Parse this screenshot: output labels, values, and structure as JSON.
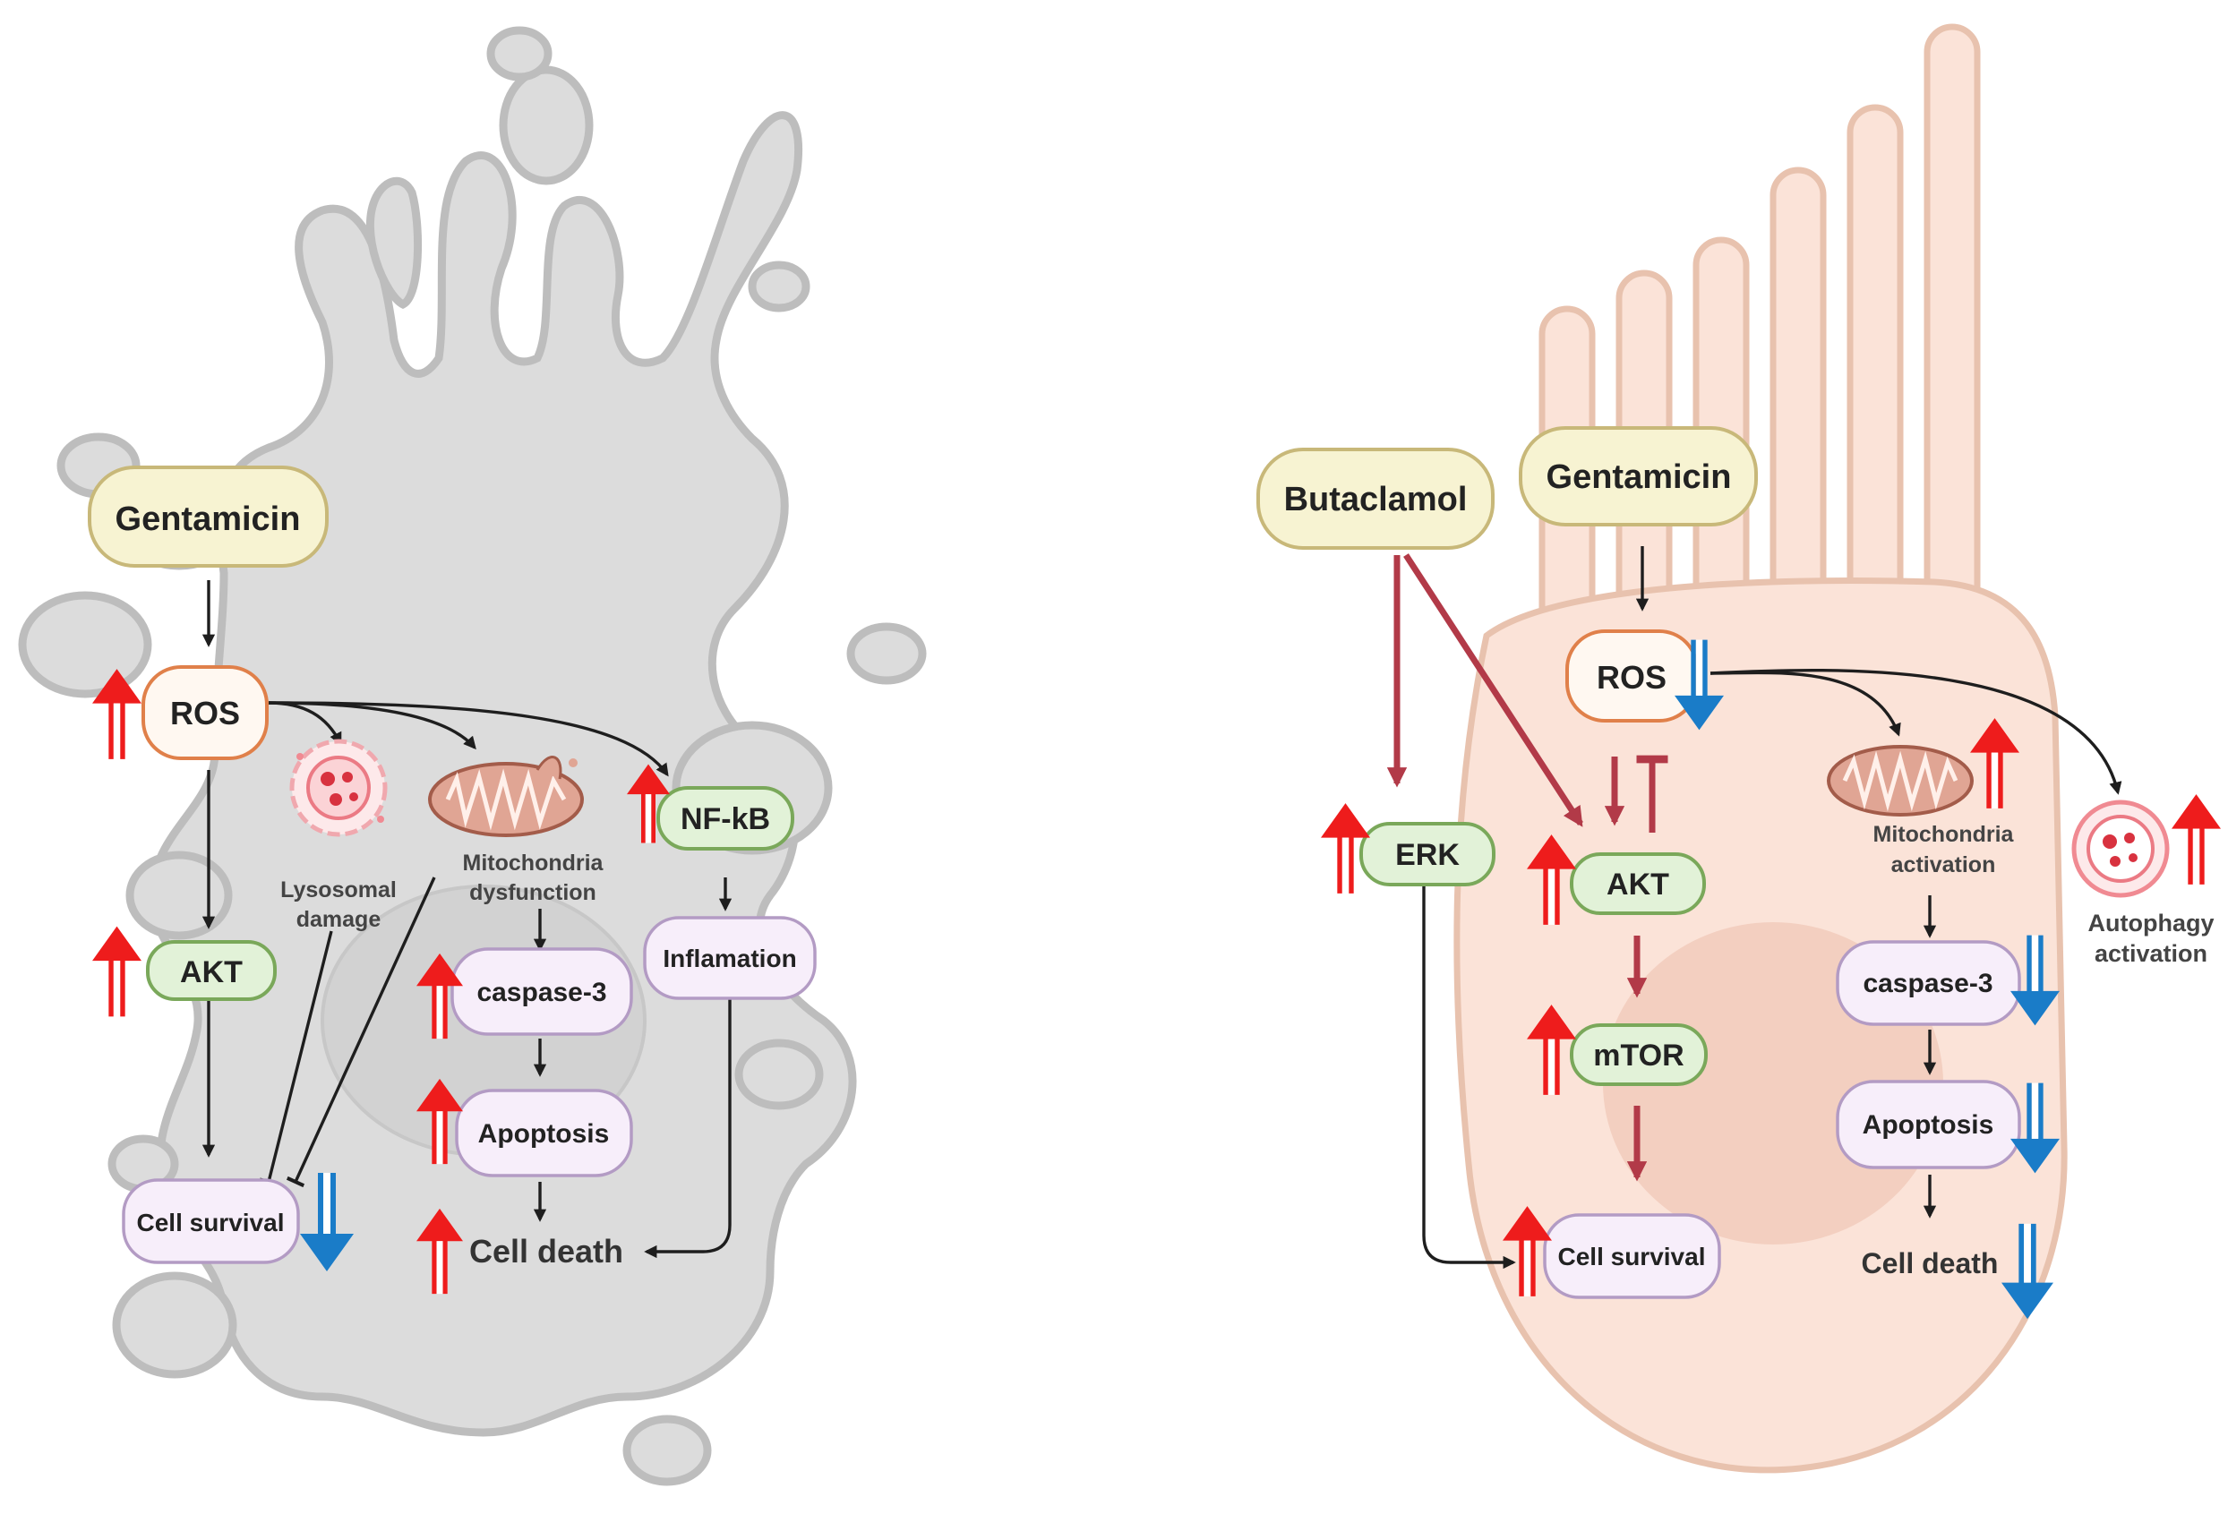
{
  "colors": {
    "gray_cell_fill": "#dcdcdc",
    "gray_cell_stroke": "#bdbdbd",
    "hair_cell_fill": "#fbe3d8",
    "hair_cell_stroke": "#e8c2ae",
    "nucleus_fill": "#f3cfc0",
    "drug_fill": "#f7f3d2",
    "drug_stroke": "#c8b879",
    "ros_fill": "#fff8f1",
    "ros_stroke": "#e0804a",
    "kinase_fill": "#e2f2d8",
    "kinase_stroke": "#7aa85a",
    "process_fill": "#f7eefa",
    "process_stroke": "#b39bc4",
    "up_arrow": "#ee1c1c",
    "down_arrow": "#1a7cc8",
    "dark_red_arrow": "#b23a48",
    "black_arrow": "#1e1e1e"
  },
  "left_panel": {
    "gentamicin": "Gentamicin",
    "ros": "ROS",
    "akt": "AKT",
    "nfkb": "NF-kB",
    "lysosomal_damage_1": "Lysosomal",
    "lysosomal_damage_2": "damage",
    "mitochondria_1": "Mitochondria",
    "mitochondria_2": "dysfunction",
    "caspase3": "caspase-3",
    "apoptosis": "Apoptosis",
    "cell_death": "Cell death",
    "inflamation": "Inflamation",
    "cell_survival": "Cell survival"
  },
  "right_panel": {
    "butaclamol": "Butaclamol",
    "gentamicin": "Gentamicin",
    "ros": "ROS",
    "erk": "ERK",
    "akt": "AKT",
    "mtor": "mTOR",
    "cell_survival": "Cell survival",
    "mitochondria_1": "Mitochondria",
    "mitochondria_2": "activation",
    "autophagy_1": "Autophagy",
    "autophagy_2": "activation",
    "caspase3": "caspase-3",
    "apoptosis": "Apoptosis",
    "cell_death": "Cell death"
  }
}
